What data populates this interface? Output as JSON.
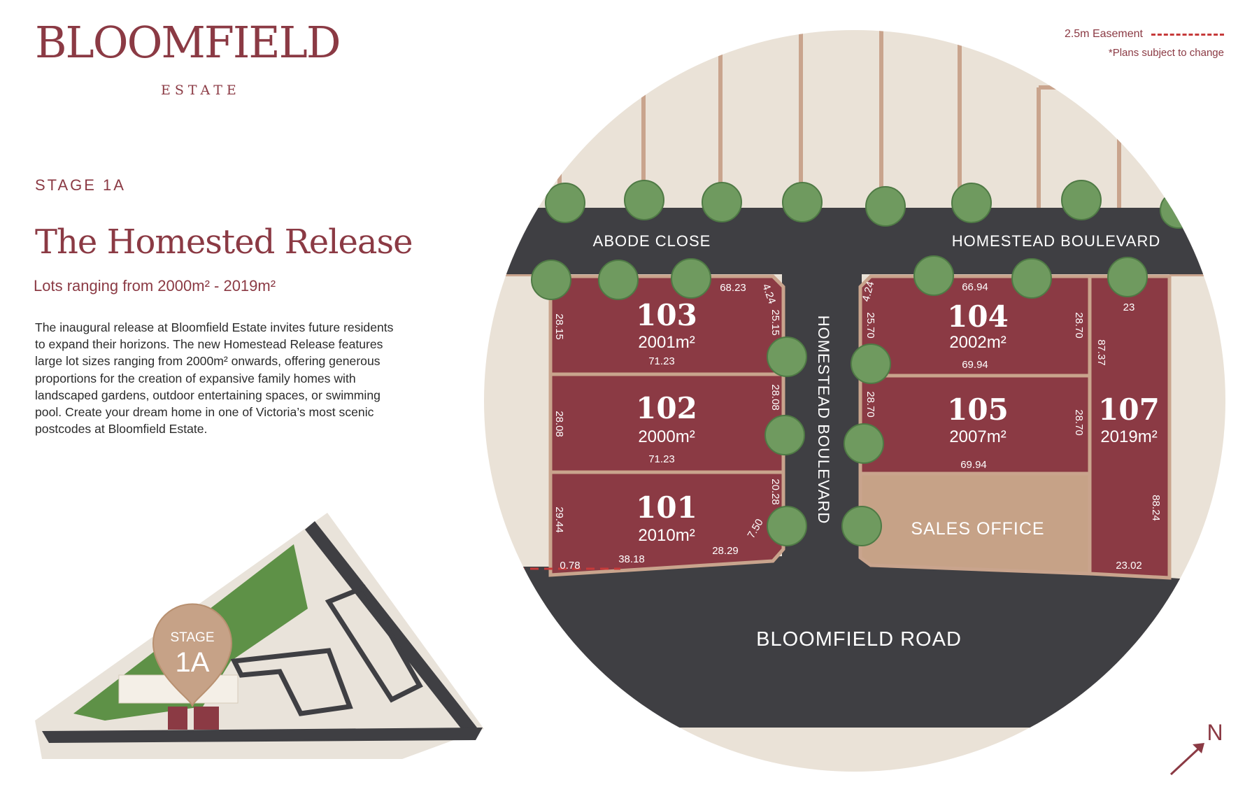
{
  "brand": {
    "name": "BLOOMFIELD",
    "sub": "ESTATE"
  },
  "stage_label": "STAGE 1A",
  "title": "The Homested Release",
  "subtitle": "Lots ranging from 2000m² - 2019m²",
  "description": "The inaugural release at Bloomfield Estate invites future residents to expand their horizons. The new Homestead Release features large lot sizes ranging from 2000m² onwards, offering generous proportions for the creation of expansive family homes with landscaped gardens, outdoor entertaining spaces, or swimming pool. Create your dream home in one of Victoria’s most scenic postcodes at Bloomfield Estate.",
  "legend": {
    "easement": "2.5m Easement",
    "note": "*Plans subject to change"
  },
  "colors": {
    "brand": "#8b3a44",
    "lot": "#8b3a44",
    "road": "#3f3f43",
    "land": "#eae2d7",
    "sales_office": "#c6a287",
    "tree": "#6f9a5f",
    "easement": "#c63a3a"
  },
  "roads": {
    "abode": "ABODE CLOSE",
    "homestead_top": "HOMESTEAD BOULEVARD",
    "homestead_vertical": "HOMESTEAD BOULEVARD",
    "bloomfield": "BLOOMFIELD ROAD"
  },
  "lots": {
    "l103": {
      "number": "103",
      "area": "2001m²"
    },
    "l102": {
      "number": "102",
      "area": "2000m²"
    },
    "l101": {
      "number": "101",
      "area": "2010m²"
    },
    "l104": {
      "number": "104",
      "area": "2002m²"
    },
    "l105": {
      "number": "105",
      "area": "2007m²"
    },
    "l107": {
      "number": "107",
      "area": "2019m²"
    }
  },
  "sales_office": "SALES OFFICE",
  "dims": {
    "d103_top": "68.23",
    "d103_corner": "4.24",
    "d103_left": "28.15",
    "d103_right": "25.15",
    "d103_bottom": "71.23",
    "d102_left": "28.08",
    "d102_right": "28.08",
    "d102_bottom": "71.23",
    "d101_left": "29.44",
    "d101_right": "20.28",
    "d101_corner": "7.50",
    "d101_b1": "0.78",
    "d101_b2": "38.18",
    "d101_b3": "28.29",
    "d104_corner": "4.24",
    "d104_top": "66.94",
    "d104_left": "25.70",
    "d104_right": "28.70",
    "d104_bottom": "69.94",
    "d105_left": "28.70",
    "d105_right": "28.70",
    "d105_bottom": "69.94",
    "d107_top": "23",
    "d107_left": "87.37",
    "d107_right": "88.24",
    "d107_bottom": "23.02"
  },
  "inset": {
    "badge_top": "STAGE",
    "badge_big": "1A"
  },
  "compass": "N"
}
